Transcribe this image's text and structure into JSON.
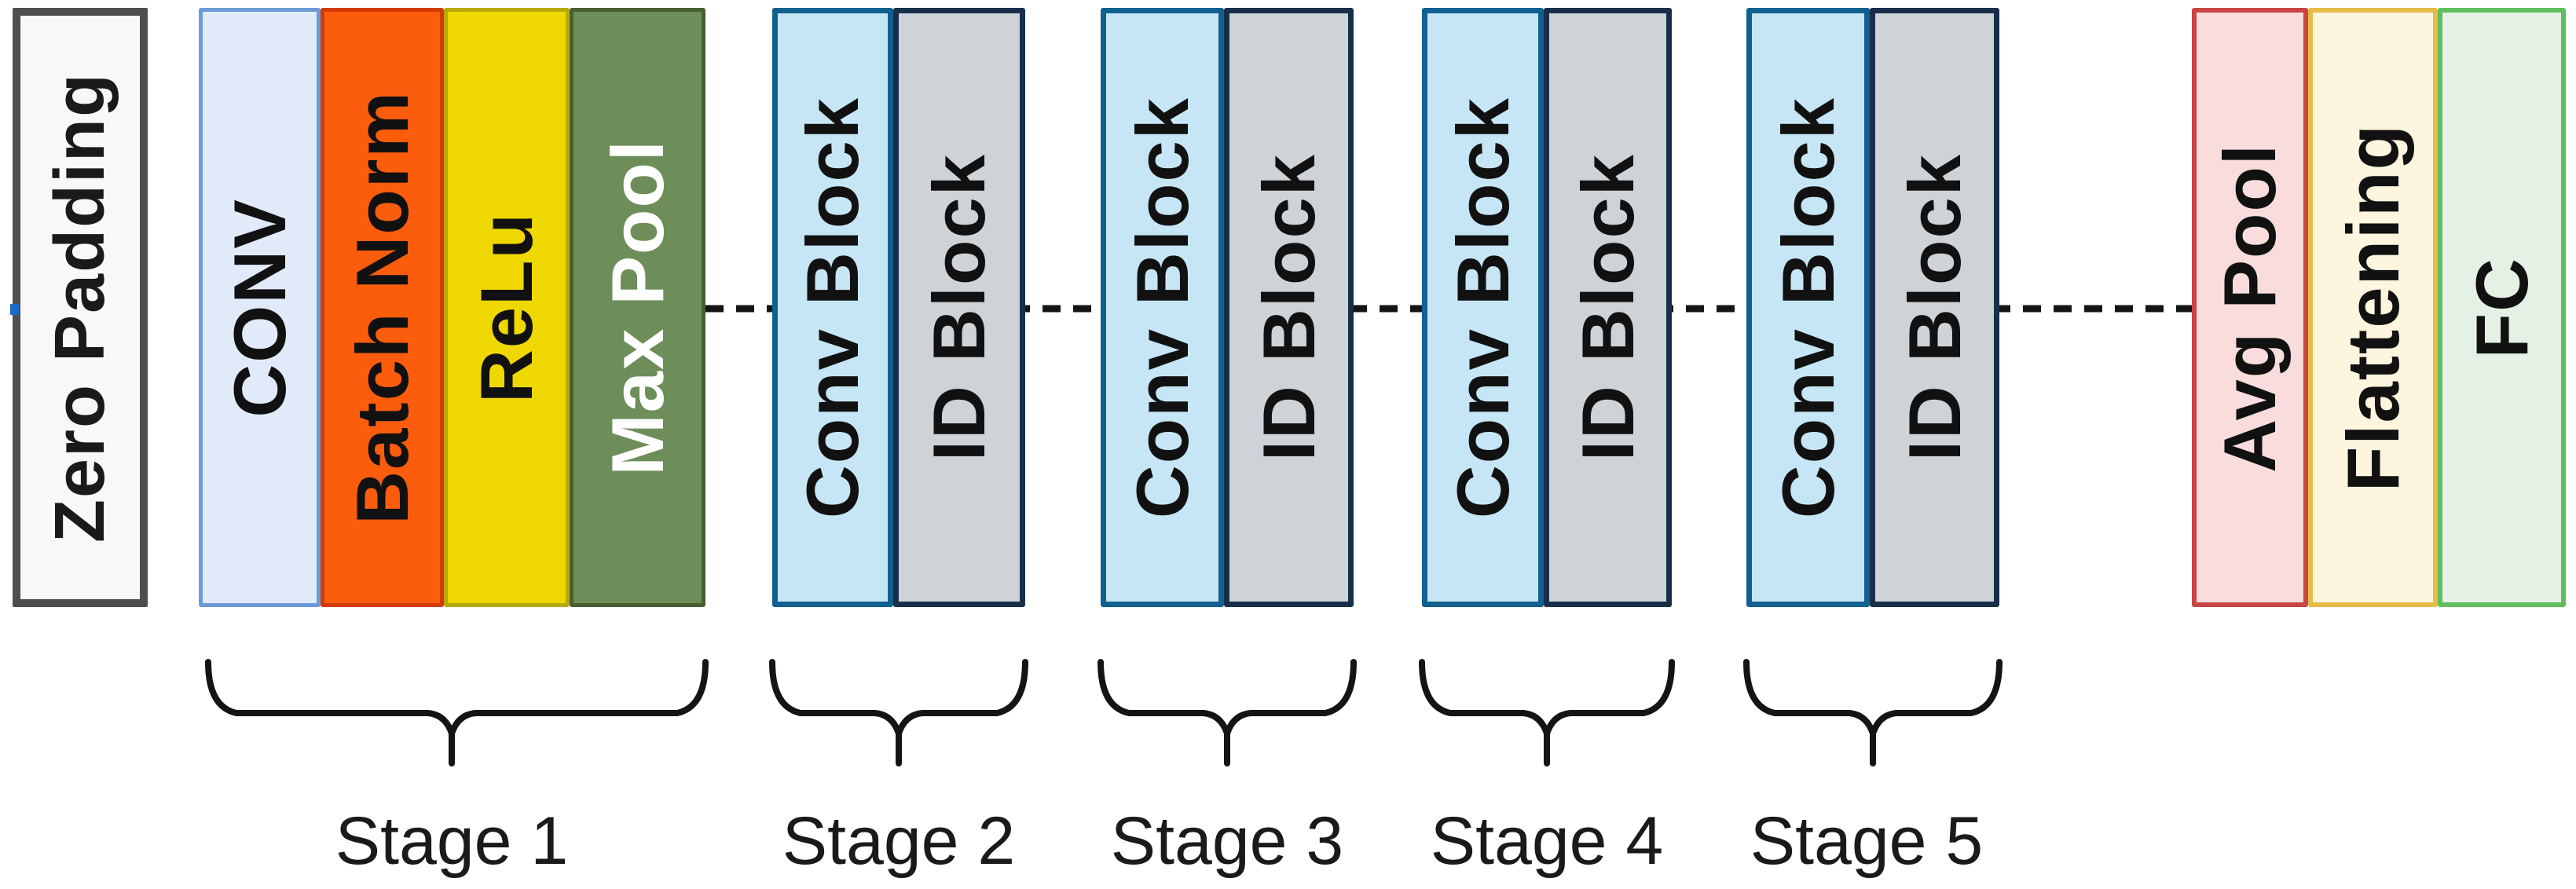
{
  "diagram": {
    "input_block": {
      "label": "Zero Padding",
      "fill": "#F8F8F8",
      "border": "#4E4E4E",
      "text_color": "#1A1A1A"
    },
    "stages": [
      {
        "label": "Stage 1",
        "blocks": [
          {
            "label": "CONV",
            "fill": "#E0EAF9",
            "border": "#6D9AD6",
            "text_color": "#111111"
          },
          {
            "label": "Batch Norm",
            "fill": "#FB5D0D",
            "border": "#D23B05",
            "text_color": "#111111"
          },
          {
            "label": "ReLu",
            "fill": "#EFD701",
            "border": "#B7A90B",
            "text_color": "#111111"
          },
          {
            "label": "Max Pool",
            "fill": "#6D8D59",
            "border": "#475F31",
            "text_color": "#FFFFFF"
          }
        ]
      },
      {
        "label": "Stage 2",
        "blocks": [
          {
            "label": "Conv Block",
            "fill": "#C6E6F5",
            "border": "#10618F",
            "text_color": "#111111"
          },
          {
            "label": "ID Block",
            "fill": "#CED3D8",
            "border": "#182F49",
            "text_color": "#111111"
          }
        ]
      },
      {
        "label": "Stage 3",
        "blocks": [
          {
            "label": "Conv Block",
            "fill": "#C6E6F5",
            "border": "#10618F",
            "text_color": "#111111"
          },
          {
            "label": "ID Block",
            "fill": "#CED3D8",
            "border": "#182F49",
            "text_color": "#111111"
          }
        ]
      },
      {
        "label": "Stage 4",
        "blocks": [
          {
            "label": "Conv Block",
            "fill": "#C6E6F5",
            "border": "#10618F",
            "text_color": "#111111"
          },
          {
            "label": "ID Block",
            "fill": "#CED3D8",
            "border": "#182F49",
            "text_color": "#111111"
          }
        ]
      },
      {
        "label": "Stage 5",
        "blocks": [
          {
            "label": "Conv Block",
            "fill": "#C6E6F5",
            "border": "#10618F",
            "text_color": "#111111"
          },
          {
            "label": "ID Block",
            "fill": "#CED3D8",
            "border": "#182F49",
            "text_color": "#111111"
          }
        ]
      }
    ],
    "output_blocks": [
      {
        "label": "Avg Pool",
        "fill": "#F9DCDC",
        "border": "#C84543",
        "text_color": "#111111"
      },
      {
        "label": "Flattening",
        "fill": "#FDF5DE",
        "border": "#E6BC48",
        "text_color": "#111111"
      },
      {
        "label": "FC",
        "fill": "#E4F1E4",
        "border": "#61BE5E",
        "text_color": "#111111"
      }
    ],
    "connector_color": "#141414",
    "brace_color": "#141414",
    "stage_label_color": "#1A1A1A",
    "stray_mark_color": "#1B6AC4"
  }
}
